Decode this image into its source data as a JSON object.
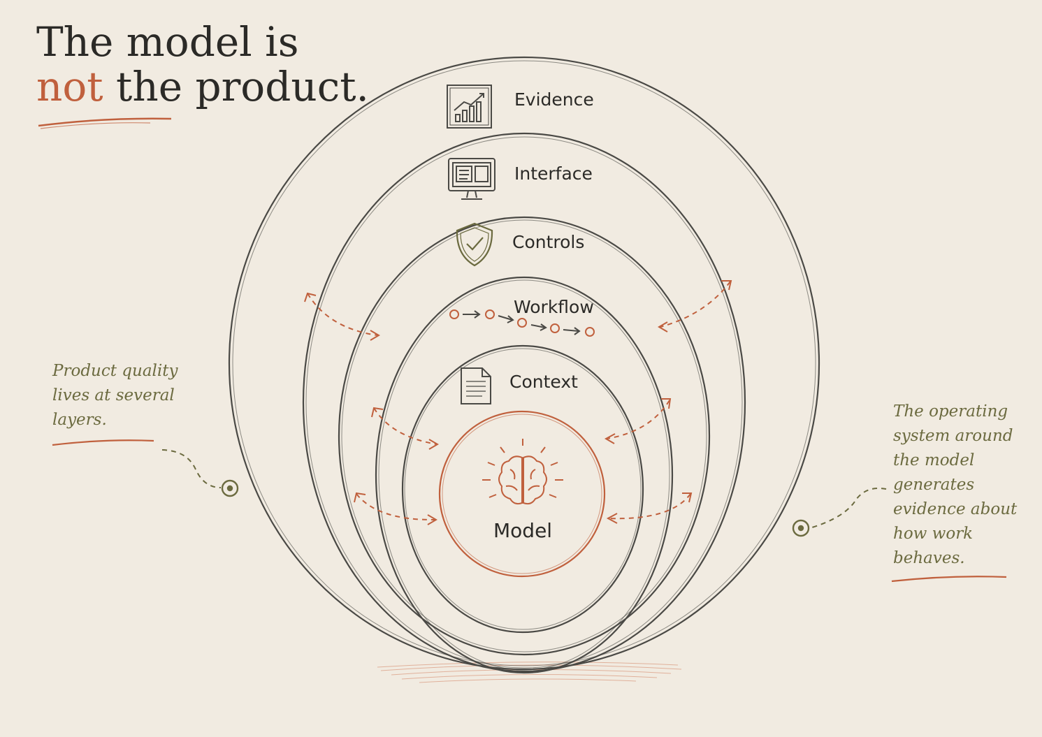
{
  "title": {
    "line1": "The model is",
    "line2_accent": "not",
    "line2_rest": " the product."
  },
  "layers": {
    "evidence": "Evidence",
    "interface": "Interface",
    "controls": "Controls",
    "workflow": "Workflow",
    "context": "Context",
    "model": "Model"
  },
  "notes": {
    "left": [
      "Product quality",
      "lives at several",
      "layers."
    ],
    "right": [
      "The operating",
      "system around",
      "the model",
      "generates",
      "evidence about",
      "how work",
      "behaves."
    ]
  },
  "icons": {
    "evidence": "chart-icon",
    "interface": "monitor-icon",
    "controls": "shield-check-icon",
    "workflow": "workflow-nodes-icon",
    "context": "document-icon",
    "model": "brain-icon"
  },
  "colors": {
    "background": "#f1ebe1",
    "ink": "#2b2a27",
    "accent": "#c0603d",
    "note": "#6b6a3f"
  }
}
